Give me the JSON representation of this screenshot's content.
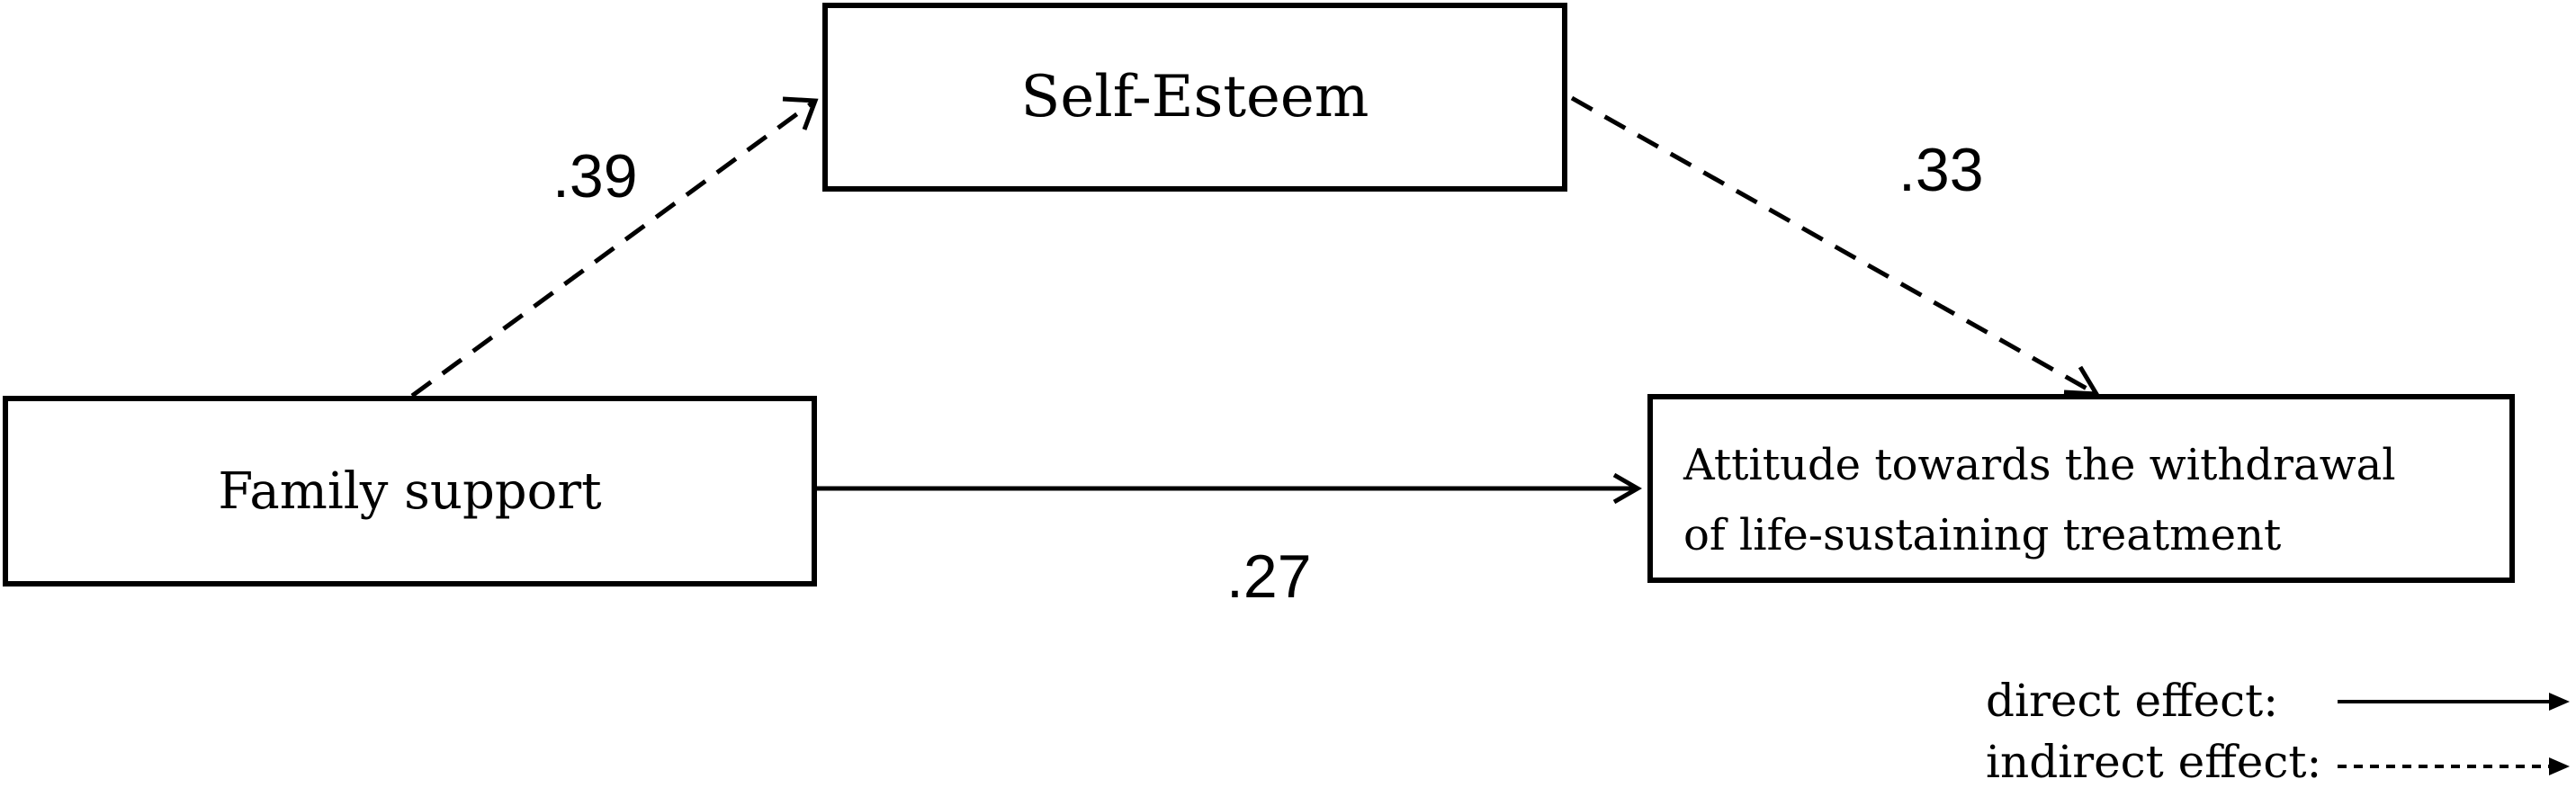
{
  "nodes": {
    "self_esteem": "Self-Esteem",
    "family_support": "Family support",
    "outcome_line1": "Attitude towards the withdrawal",
    "outcome_line2": "of life-sustaining treatment"
  },
  "paths": {
    "family_to_selfesteem": ".39",
    "selfesteem_to_outcome": ".33",
    "family_to_outcome": ".27"
  },
  "legend": {
    "direct": "direct effect:",
    "indirect": "indirect effect:"
  }
}
